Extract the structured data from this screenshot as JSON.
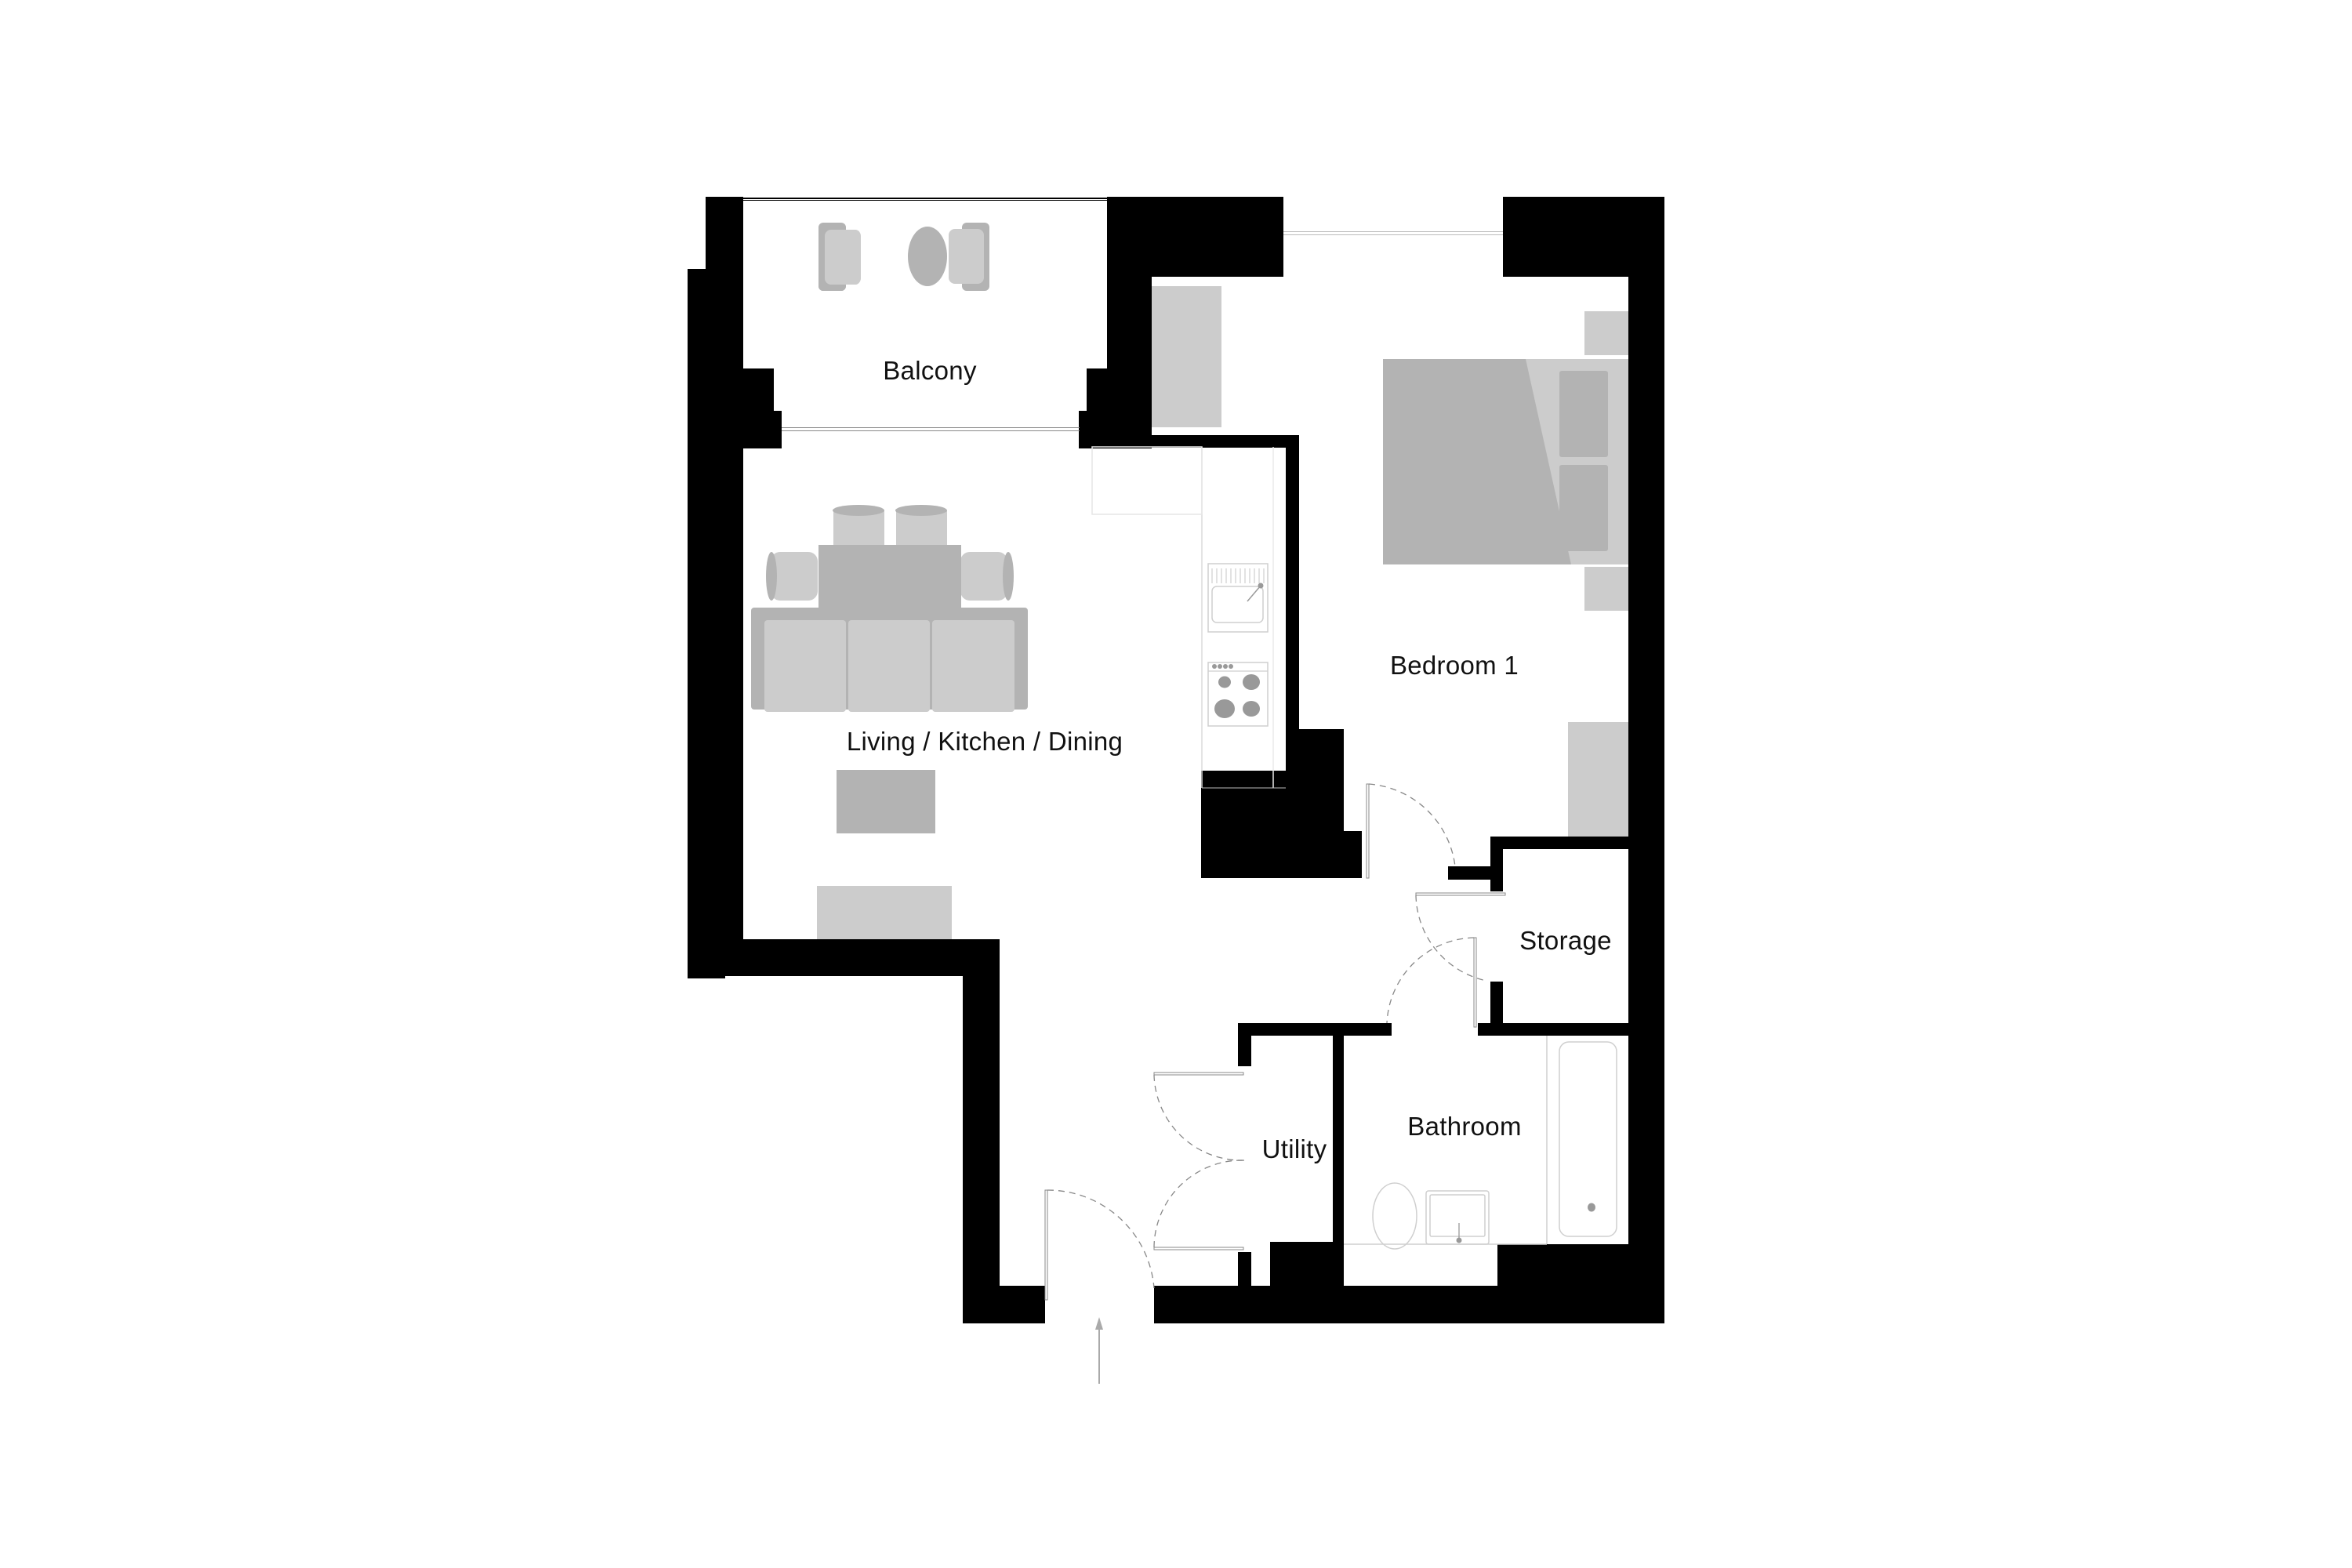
{
  "plan": {
    "type": "apartment-floor-plan",
    "rooms": [
      {
        "id": "balcony",
        "label": "Balcony"
      },
      {
        "id": "living",
        "label": "Living / Kitchen / Dining"
      },
      {
        "id": "bedroom1",
        "label": "Bedroom 1"
      },
      {
        "id": "storage",
        "label": "Storage"
      },
      {
        "id": "bathroom",
        "label": "Bathroom"
      },
      {
        "id": "utility",
        "label": "Utility"
      }
    ],
    "entrance": {
      "icon": "entrance-arrow-icon"
    },
    "colors": {
      "wall": "#000000",
      "furniture_light": "#cccccc",
      "furniture_dark": "#b3b3b3",
      "fixture_outline": "#cfcfcf",
      "door_line": "#808080",
      "appliance_fill": "#999999"
    }
  }
}
